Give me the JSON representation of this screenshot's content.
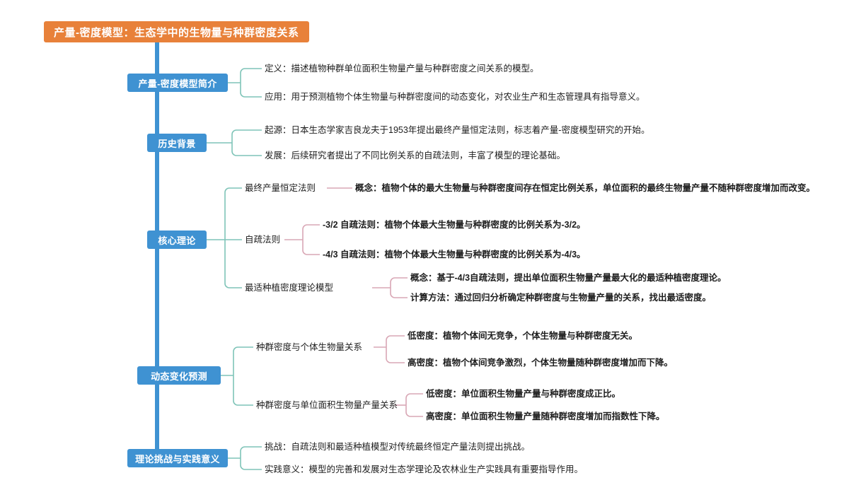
{
  "diagram": {
    "type": "mind-map",
    "title": "产量-密度模型：生态学中的生物量与种群密度关系",
    "colors": {
      "root_fill": "#e8813a",
      "branch_fill": "#3f92d2",
      "spine": "#3f92d2",
      "connector_level2": "#7fc4b8",
      "connector_level3": "#d9a7b5",
      "text": "#1d1d1d",
      "background": "#ffffff"
    },
    "branches": [
      {
        "label": "产量-密度模型简介",
        "children": [
          {
            "label": "定义：描述植物种群单位面积生物量产量与种群密度之间关系的模型。",
            "children": []
          },
          {
            "label": "应用：用于预测植物个体生物量与种群密度间的动态变化，对农业生产和生态管理具有指导意义。",
            "children": []
          }
        ]
      },
      {
        "label": "历史背景",
        "children": [
          {
            "label": "起源：日本生态学家吉良龙夫于1953年提出最终产量恒定法则，标志着产量-密度模型研究的开始。",
            "children": []
          },
          {
            "label": "发展：后续研究者提出了不同比例关系的自疏法则，丰富了模型的理论基础。",
            "children": []
          }
        ]
      },
      {
        "label": "核心理论",
        "children": [
          {
            "label": "最终产量恒定法则",
            "children": [
              {
                "label": "概念：植物个体的最大生物量与种群密度间存在恒定比例关系，单位面积的最终生物量产量不随种群密度增加而改变。"
              }
            ]
          },
          {
            "label": "自疏法则",
            "children": [
              {
                "label": "-3/2 自疏法则：植物个体最大生物量与种群密度的比例关系为-3/2。"
              },
              {
                "label": "-4/3 自疏法则：植物个体最大生物量与种群密度的比例关系为-4/3。"
              }
            ]
          },
          {
            "label": "最适种植密度理论模型",
            "children": [
              {
                "label": "概念：基于-4/3自疏法则，提出单位面积生物量产量最大化的最适种植密度理论。"
              },
              {
                "label": "计算方法：通过回归分析确定种群密度与生物量产量的关系，找出最适密度。"
              }
            ]
          }
        ]
      },
      {
        "label": "动态变化预测",
        "children": [
          {
            "label": "种群密度与个体生物量关系",
            "children": [
              {
                "label": "低密度：植物个体间无竞争，个体生物量与种群密度无关。"
              },
              {
                "label": "高密度：植物个体间竞争激烈，个体生物量随种群密度增加而下降。"
              }
            ]
          },
          {
            "label": "种群密度与单位面积生物量产量关系",
            "children": [
              {
                "label": "低密度：单位面积生物量产量与种群密度成正比。"
              },
              {
                "label": "高密度：单位面积生物量产量随种群密度增加而指数性下降。"
              }
            ]
          }
        ]
      },
      {
        "label": "理论挑战与实践意义",
        "children": [
          {
            "label": "挑战：自疏法则和最适种植模型对传统最终恒定产量法则提出挑战。",
            "children": []
          },
          {
            "label": "实践意义：模型的完善和发展对生态学理论及农林业生产实践具有重要指导作用。",
            "children": []
          }
        ]
      }
    ]
  }
}
